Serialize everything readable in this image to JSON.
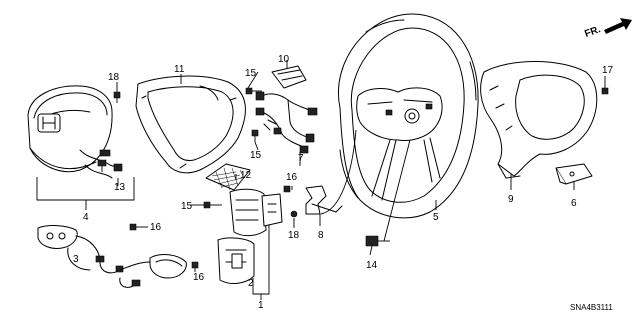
{
  "callouts": [
    "1",
    "2",
    "3",
    "4",
    "5",
    "6",
    "7",
    "8",
    "9",
    "10",
    "11",
    "12",
    "13",
    "14",
    "15",
    "15",
    "15",
    "16",
    "16",
    "16",
    "17",
    "18",
    "18"
  ],
  "direction_label": "FR.",
  "diagram_code": "SNA4B3111"
}
